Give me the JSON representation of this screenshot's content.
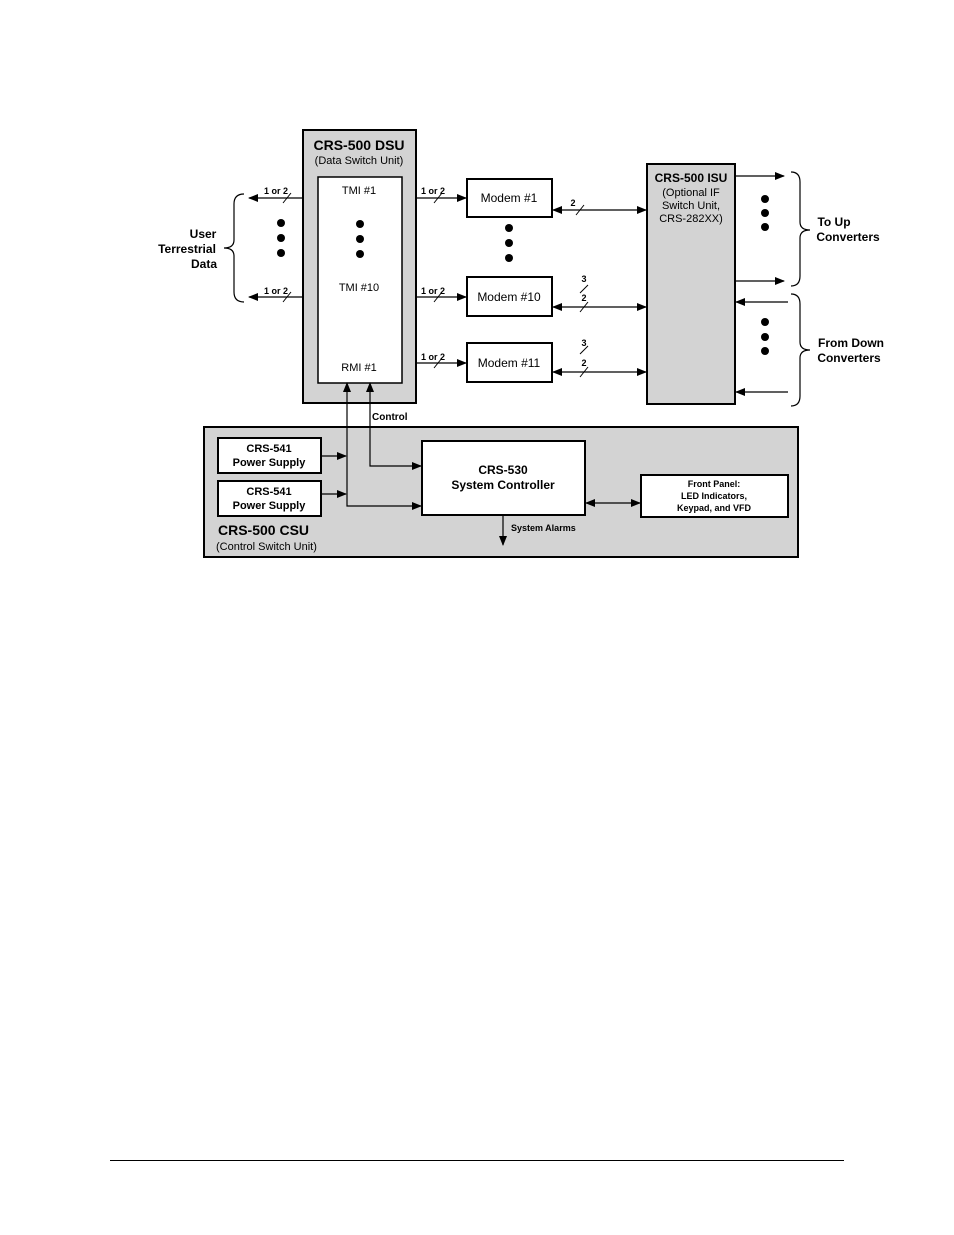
{
  "dsu": {
    "title": "CRS-500 DSU",
    "subtitle": "(Data Switch Unit)",
    "tmi_first": "TMI #1",
    "tmi_last": "TMI #10",
    "rmi": "RMI #1"
  },
  "isu": {
    "title": "CRS-500 ISU",
    "line1": "(Optional IF",
    "line2": "Switch Unit,",
    "line3": "CRS-282XX)"
  },
  "csu": {
    "title": "CRS-500 CSU",
    "subtitle": "(Control Switch Unit)"
  },
  "power_supply": {
    "model": "CRS-541",
    "label": "Power Supply"
  },
  "controller": {
    "model": "CRS-530",
    "label": "System Controller"
  },
  "front_panel": {
    "line1": "Front Panel:",
    "line2": "LED Indicators,",
    "line3": "Keypad, and VFD"
  },
  "modems": {
    "m1": "Modem #1",
    "m10": "Modem #10",
    "m11": "Modem #11"
  },
  "bus_labels": {
    "one_or_two": "1 or 2",
    "two": "2",
    "three": "3"
  },
  "side_labels": {
    "user_1": "User",
    "user_2": "Terrestrial",
    "user_3": "Data",
    "up_1": "To Up",
    "up_2": "Converters",
    "down_1": "From Down",
    "down_2": "Converters"
  },
  "control_label": "Control",
  "alarms_label": "System Alarms"
}
